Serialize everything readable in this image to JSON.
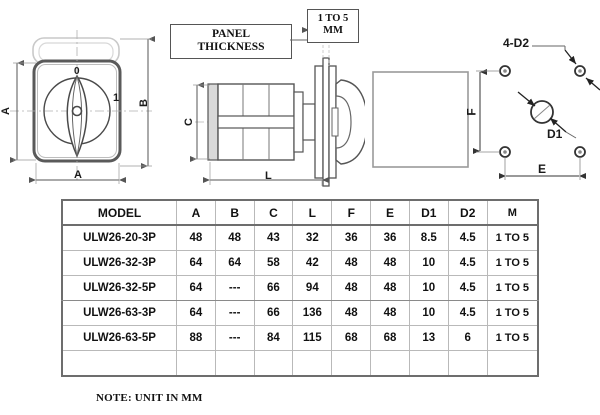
{
  "document": {
    "type": "technical-dimension-drawing",
    "note": "NOTE: UNIT IN MM"
  },
  "drawings": {
    "front_view": {
      "name": "front-view-rotary-switch",
      "dimension_width_label": "A",
      "dimension_height_label": "A",
      "dimension_depth_label": "B",
      "knob_position_off": "0",
      "knob_position_on": "1"
    },
    "side_view": {
      "name": "side-section-view",
      "panel_thickness_label_line1": "PANEL",
      "panel_thickness_label_line2": "THICKNESS",
      "thickness_callout_line1": "1 TO 5",
      "thickness_callout_line2": "MM",
      "dimension_stack_label": "C",
      "dimension_length_label": "L"
    },
    "panel_cutout": {
      "name": "panel-cutout-square"
    },
    "drill_pattern": {
      "name": "mounting-hole-pattern",
      "corner_holes_label": "4-D2",
      "center_hole_label": "D1",
      "dimension_vertical_label": "F",
      "dimension_horizontal_label": "E"
    }
  },
  "table": {
    "headers": [
      "MODEL",
      "A",
      "B",
      "C",
      "L",
      "F",
      "E",
      "D1",
      "D2",
      "M"
    ],
    "rows": [
      [
        "ULW26-20-3P",
        "48",
        "48",
        "43",
        "32",
        "36",
        "36",
        "8.5",
        "4.5",
        "1 TO 5"
      ],
      [
        "ULW26-32-3P",
        "64",
        "64",
        "58",
        "42",
        "48",
        "48",
        "10",
        "4.5",
        "1 TO 5"
      ],
      [
        "ULW26-32-5P",
        "64",
        "---",
        "66",
        "94",
        "48",
        "48",
        "10",
        "4.5",
        "1 TO 5"
      ],
      [
        "ULW26-63-3P",
        "64",
        "---",
        "66",
        "136",
        "48",
        "48",
        "10",
        "4.5",
        "1 TO 5"
      ],
      [
        "ULW26-63-5P",
        "88",
        "---",
        "84",
        "115",
        "68",
        "68",
        "13",
        "6",
        "1 TO 5"
      ],
      [
        "",
        "",
        "",
        "",
        "",
        "",
        "",
        "",
        "",
        ""
      ]
    ]
  },
  "colors": {
    "line": "#3a3a3a",
    "light_line": "#9a9a9a",
    "border": "#6d6d6d",
    "text": "#111111"
  }
}
